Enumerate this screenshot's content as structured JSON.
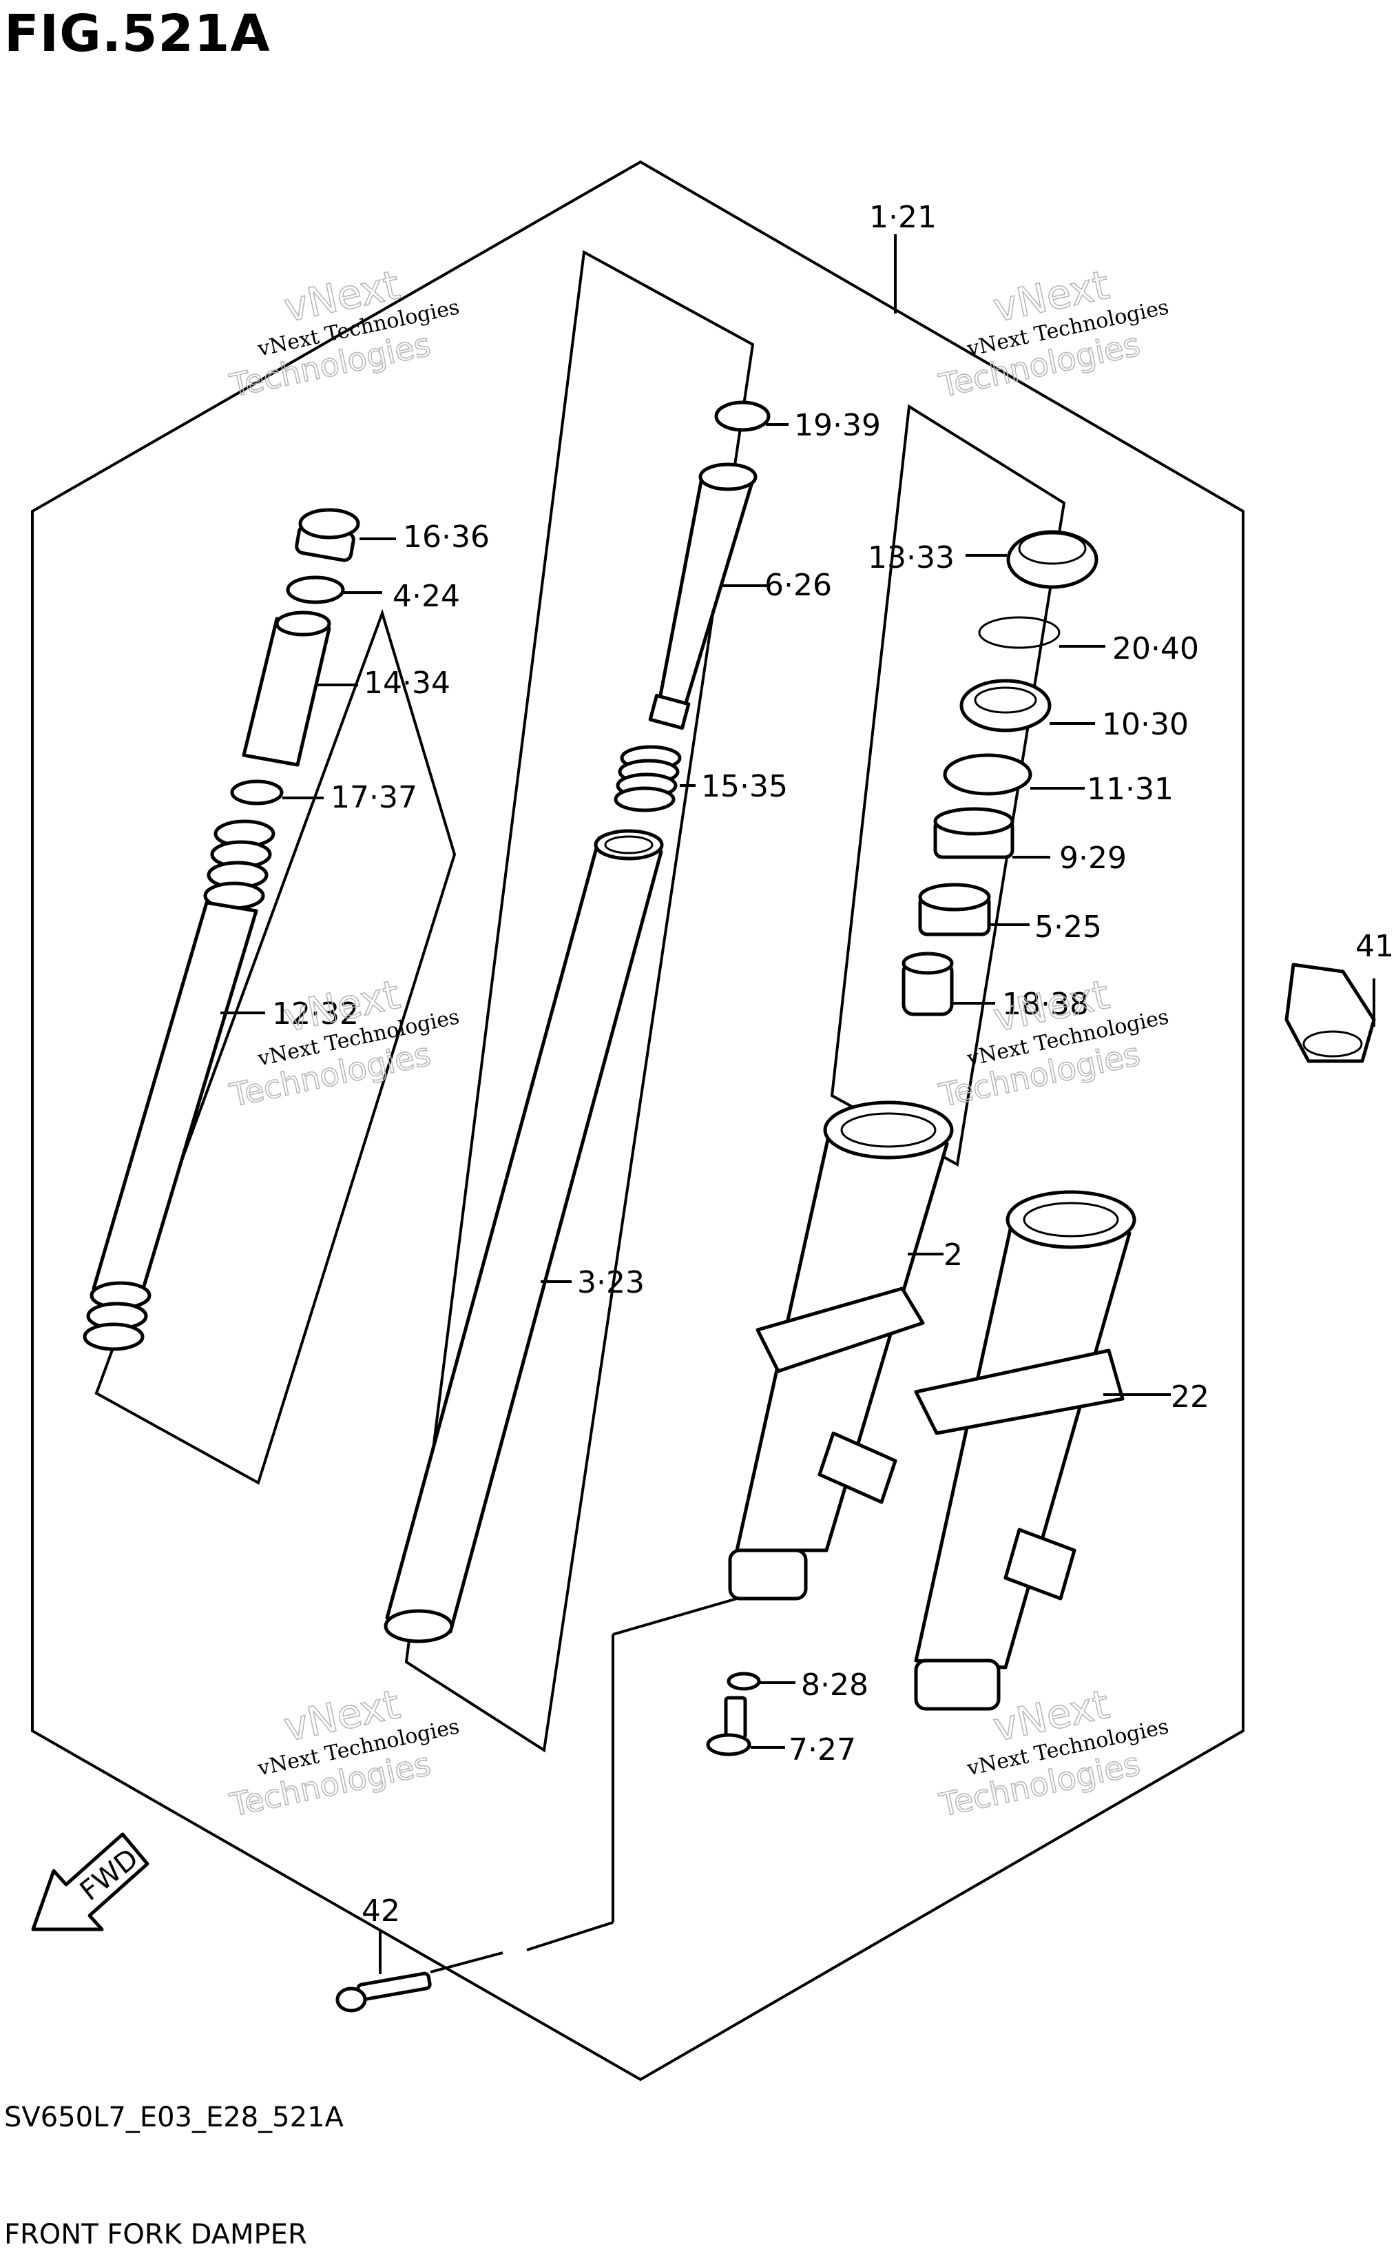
{
  "figure_title": "FIG.521A",
  "diagram_code": "SV650L7_E03_E28_521A",
  "caption": "FRONT FORK DAMPER",
  "fwd_label": "FWD",
  "watermark": {
    "line1": "vNext Technologies",
    "line2": "vNext",
    "line3": "Technologies"
  },
  "labels": [
    {
      "id": "1-21",
      "text": "1·21"
    },
    {
      "id": "19-39",
      "text": "19·39"
    },
    {
      "id": "16-36",
      "text": "16·36"
    },
    {
      "id": "4-24",
      "text": "4·24"
    },
    {
      "id": "6-26",
      "text": "6·26"
    },
    {
      "id": "13-33",
      "text": "13·33"
    },
    {
      "id": "20-40",
      "text": "20·40"
    },
    {
      "id": "14-34",
      "text": "14·34"
    },
    {
      "id": "10-30",
      "text": "10·30"
    },
    {
      "id": "17-37",
      "text": "17·37"
    },
    {
      "id": "15-35",
      "text": "15·35"
    },
    {
      "id": "11-31",
      "text": "11·31"
    },
    {
      "id": "9-29",
      "text": "9·29"
    },
    {
      "id": "5-25",
      "text": "5·25"
    },
    {
      "id": "41",
      "text": "41"
    },
    {
      "id": "18-38",
      "text": "18·38"
    },
    {
      "id": "12-32",
      "text": "12·32"
    },
    {
      "id": "2",
      "text": "2"
    },
    {
      "id": "3-23",
      "text": "3·23"
    },
    {
      "id": "22",
      "text": "22"
    },
    {
      "id": "8-28",
      "text": "8·28"
    },
    {
      "id": "7-27",
      "text": "7·27"
    },
    {
      "id": "42",
      "text": "42"
    }
  ]
}
